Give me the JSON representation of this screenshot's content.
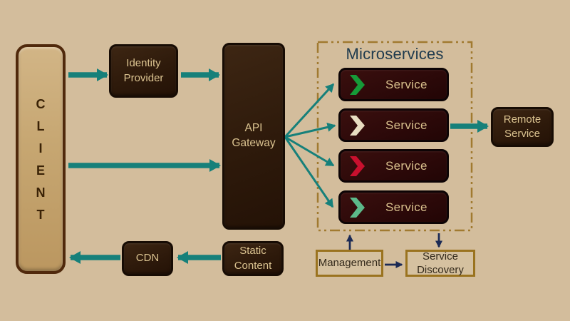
{
  "diagram": {
    "title": "Microservices architecture diagram",
    "colors": {
      "background": "#d3bd9c",
      "arrow_teal": "#16807a",
      "arrow_navy": "#1b2a55",
      "container_border_gold": "#a17a30",
      "title_text": "#1e3a4d",
      "dark_box_fill": "#2e1a0b",
      "dark_box_text": "#dcc491",
      "service_box_fill": "#2d0a0a",
      "client_fill": "#c6a671",
      "client_text": "#3a2206",
      "plain_box_border": "#9a731f",
      "plain_box_text": "#33291a"
    },
    "nodes": {
      "client": {
        "label": "CLIENT",
        "letters": [
          "C",
          "L",
          "I",
          "E",
          "N",
          "T"
        ]
      },
      "identity_provider": {
        "label": "Identity\nProvider"
      },
      "api_gateway": {
        "label": "API\nGateway"
      },
      "cdn": {
        "label": "CDN"
      },
      "static_content": {
        "label": "Static\nContent"
      },
      "remote_service": {
        "label": "Remote\nService"
      },
      "management": {
        "label": "Management"
      },
      "service_discovery": {
        "label": "Service\nDiscovery"
      },
      "microservices_group": {
        "title": "Microservices",
        "services": [
          {
            "label": "Service",
            "chevron_icon": "chevron-right-icon",
            "chevron_color": "#169a38"
          },
          {
            "label": "Service",
            "chevron_icon": "chevron-right-icon",
            "chevron_color": "#e8dcc0"
          },
          {
            "label": "Service",
            "chevron_icon": "chevron-right-icon",
            "chevron_color": "#c8102e"
          },
          {
            "label": "Service",
            "chevron_icon": "chevron-right-icon",
            "chevron_color": "#5cb98a"
          }
        ]
      }
    },
    "edges": [
      {
        "from": "client",
        "to": "identity-provider",
        "color": "teal",
        "style": "thick"
      },
      {
        "from": "identity-provider",
        "to": "api-gateway",
        "color": "teal",
        "style": "thick"
      },
      {
        "from": "client",
        "to": "api-gateway",
        "color": "teal",
        "style": "thick"
      },
      {
        "from": "api-gateway",
        "to": "service-1",
        "color": "teal",
        "style": "thin"
      },
      {
        "from": "api-gateway",
        "to": "service-2",
        "color": "teal",
        "style": "thin"
      },
      {
        "from": "api-gateway",
        "to": "service-3",
        "color": "teal",
        "style": "thin"
      },
      {
        "from": "api-gateway",
        "to": "service-4",
        "color": "teal",
        "style": "thin"
      },
      {
        "from": "service-2",
        "to": "remote-service",
        "color": "teal",
        "style": "thick"
      },
      {
        "from": "static-content",
        "to": "cdn",
        "color": "teal",
        "style": "thick"
      },
      {
        "from": "cdn",
        "to": "client",
        "color": "teal",
        "style": "thick"
      },
      {
        "from": "management",
        "to": "microservices-group",
        "color": "navy",
        "style": "thin"
      },
      {
        "from": "microservices-group",
        "to": "service-discovery",
        "color": "navy",
        "style": "thin"
      },
      {
        "from": "management",
        "to": "service-discovery",
        "color": "navy",
        "style": "thin"
      }
    ]
  }
}
